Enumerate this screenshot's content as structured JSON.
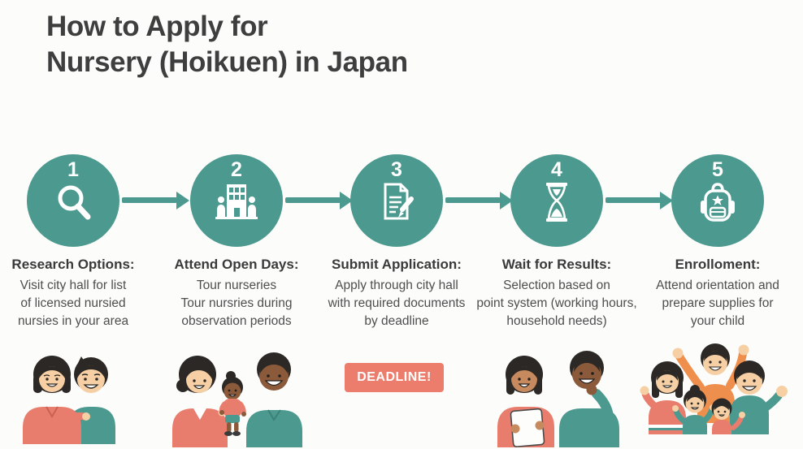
{
  "title": {
    "line1": "How to Apply for",
    "line2": "Nursery (Hoikuen) in Japan"
  },
  "steps": [
    {
      "number": "1",
      "icon": "magnifier-icon",
      "heading": "Research Options:",
      "body": [
        "Visit city hall for list",
        "of licensed nursied",
        "nursies in your area"
      ]
    },
    {
      "number": "2",
      "icon": "building-icon",
      "heading": "Attend Open Days:",
      "body": [
        "Tour nurseries",
        "Tour nursries during",
        "observation periods"
      ]
    },
    {
      "number": "3",
      "icon": "document-pencil-icon",
      "heading": "Submit Application:",
      "body": [
        "Apply through city hall",
        "with required documents",
        "by deadline"
      ]
    },
    {
      "number": "4",
      "icon": "hourglass-icon",
      "heading": "Wait for Results:",
      "body": [
        "Selection based on",
        "point system (working hours,",
        "household needs)"
      ]
    },
    {
      "number": "5",
      "icon": "backpack-icon",
      "heading": "Enrolloment:",
      "body": [
        "Attend orientation and",
        "prepare supplies for",
        "your child"
      ]
    }
  ],
  "deadline_badge": {
    "label": "DEADLINE!"
  },
  "illustrations": [
    "research-couple",
    "open-day-family",
    "waiting-couple",
    "celebration-family"
  ],
  "colors": {
    "teal": "#4c9a8f",
    "coral": "#e97d6d",
    "badge": "#ec7c6b",
    "orange": "#ef8f4d",
    "title_text": "#3e3e3e",
    "body_text": "#4e4e4e",
    "background": "#fcfcfa"
  }
}
